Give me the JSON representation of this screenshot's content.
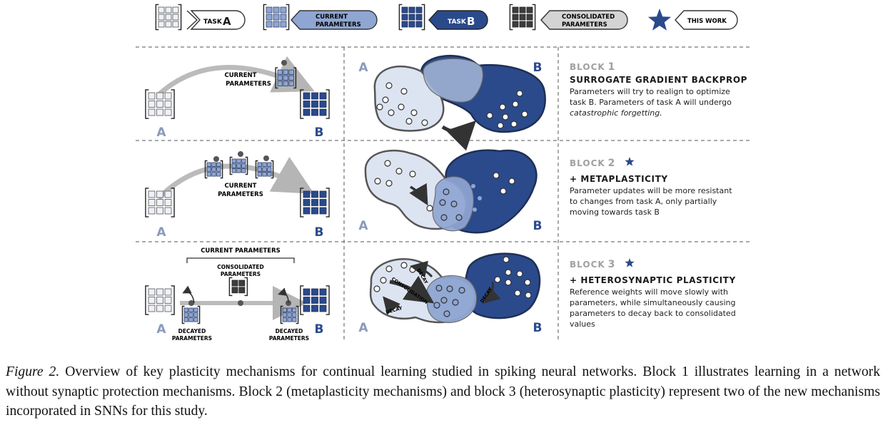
{
  "legend": {
    "task_a": "TASK",
    "task_a_letter": "A",
    "current": [
      "CURRENT",
      "PARAMETERS"
    ],
    "task_b": "TASK",
    "task_b_letter": "B",
    "consolidated": [
      "CONSOLIDATED",
      "PARAMETERS"
    ],
    "this_work": "THIS WORK"
  },
  "colors": {
    "light": "#dde4f1",
    "mid": "#8fa6d3",
    "dark": "#2b4a8c",
    "grey": "#444444",
    "label_a": "#8a9abb",
    "label_b": "#2b4a8c",
    "star": "#2b4a8c"
  },
  "block1": {
    "label_a": "A",
    "label_b": "B",
    "current": [
      "CURRENT",
      "PARAMETERS"
    ],
    "heading": "BLOCK",
    "num": "1",
    "title": "SURROGATE GRADIENT BACKPROP",
    "desc_lines": [
      "Parameters will try to realign to optimize",
      "task B. Parameters of task A will undergo"
    ],
    "desc_italic": "catastrophic forgetting."
  },
  "block2": {
    "label_a": "A",
    "label_b": "B",
    "current": [
      "CURRENT",
      "PARAMETERS"
    ],
    "heading": "BLOCK",
    "num": "2",
    "title": "+  METAPLASTICITY",
    "desc_lines": [
      "Parameter updates will be more resistant",
      "to changes from task A, only partially",
      "moving towards task B"
    ]
  },
  "block3": {
    "label_a": "A",
    "label_b": "B",
    "current": "CURRENT PARAMETERS",
    "consolidated": [
      "CONSOLIDATED",
      "PARAMETERS"
    ],
    "decayed_left": [
      "DECAYED",
      "PARAMETERS"
    ],
    "decayed_right": [
      "DECAYED",
      "PARAMETERS"
    ],
    "arrow_decay_top": "DECAY",
    "arrow_consolidation": "CONSOLIDATION",
    "arrow_decay_bottom": "DECAY",
    "arrow_decay_right": "DECAY",
    "heading": "BLOCK",
    "num": "3",
    "title": "+ HETEROSYNAPTIC PLASTICITY",
    "desc_lines": [
      "Reference weights will move slowly with",
      "parameters, while simultaneously causing",
      "parameters to decay back to consolidated",
      "values"
    ]
  },
  "caption": {
    "label": "Figure 2.",
    "text": " Overview of key plasticity mechanisms for continual learning studied in spiking neural networks. Block 1 illustrates learning in a network without synaptic protection mechanisms. Block 2 (metaplasticity mechanisms) and block 3 (heterosynaptic plasticity) represent two of the new mechanisms incorporated in SNNs for this study."
  }
}
